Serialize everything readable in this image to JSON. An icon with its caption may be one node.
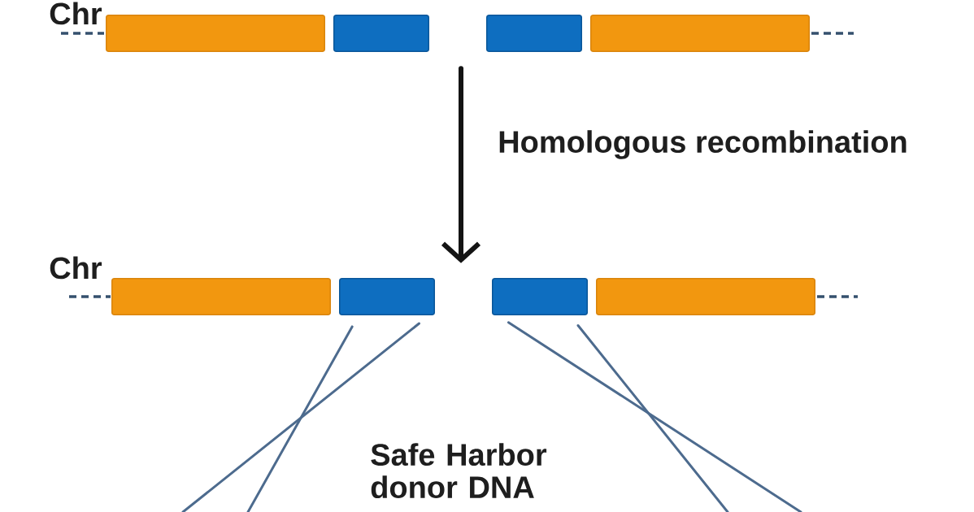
{
  "diagram": {
    "nodes": [
      {
        "text": [
          "Chr"
        ]
      },
      {
        "text": [],
        "shape": "bar",
        "in": 0
      },
      {
        "text": [],
        "shape": "bar",
        "in": 0
      },
      {
        "text": [],
        "shape": "bar",
        "in": 0
      },
      {
        "text": [],
        "shape": "bar",
        "in": 0
      },
      {
        "text": [
          "Chr"
        ]
      },
      {
        "text": [],
        "shape": "bar",
        "in": 5
      },
      {
        "text": [],
        "shape": "bar",
        "in": 5
      },
      {
        "text": [],
        "shape": "bar",
        "in": 5
      },
      {
        "text": [],
        "shape": "bar",
        "in": 5
      }
    ],
    "edges": [
      {
        "from": 0,
        "to": 5,
        "arrow": "to",
        "label": "Homologous recombination",
        "style": "thick",
        "color": "#141414"
      },
      {
        "from": 7,
        "to": null,
        "arrow": "none"
      },
      {
        "from": 7,
        "to": null,
        "arrow": "none"
      },
      {
        "from": 8,
        "to": null,
        "arrow": "none"
      },
      {
        "from": 8,
        "to": null,
        "arrow": "none"
      }
    ],
    "labels": [
      "Safe Harbor donor DNA"
    ]
  }
}
